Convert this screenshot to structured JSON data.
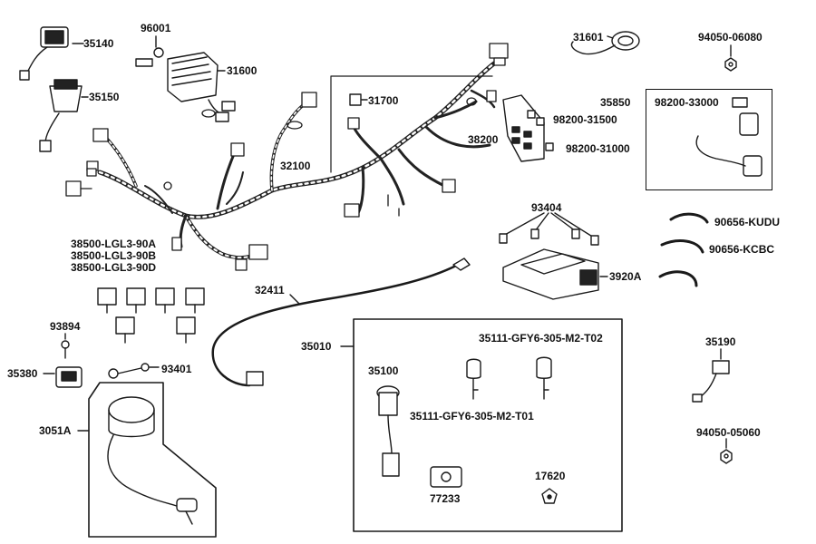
{
  "diagram": {
    "parts": [
      {
        "id": "p35140",
        "number": "35140"
      },
      {
        "id": "p96001",
        "number": "96001"
      },
      {
        "id": "p31600",
        "number": "31600"
      },
      {
        "id": "p35150",
        "number": "35150"
      },
      {
        "id": "p31700",
        "number": "31700"
      },
      {
        "id": "p31601",
        "number": "31601"
      },
      {
        "id": "p9405006080",
        "number": "94050-06080"
      },
      {
        "id": "p35850",
        "number": "35850"
      },
      {
        "id": "p9820033000",
        "number": "98200-33000"
      },
      {
        "id": "p9820031500",
        "number": "98200-31500"
      },
      {
        "id": "p38200",
        "number": "38200"
      },
      {
        "id": "p9820031000",
        "number": "98200-31000"
      },
      {
        "id": "p32100",
        "number": "32100"
      },
      {
        "id": "p93404",
        "number": "93404"
      },
      {
        "id": "p90656kudu",
        "number": "90656-KUDU"
      },
      {
        "id": "p90656kcbc",
        "number": "90656-KCBC"
      },
      {
        "id": "p38500a",
        "number": "38500-LGL3-90A"
      },
      {
        "id": "p38500b",
        "number": "38500-LGL3-90B"
      },
      {
        "id": "p38500d",
        "number": "38500-LGL3-90D"
      },
      {
        "id": "p3920a",
        "number": "3920A"
      },
      {
        "id": "p32411",
        "number": "32411"
      },
      {
        "id": "p35010",
        "number": "35010"
      },
      {
        "id": "p35111t02",
        "number": "35111-GFY6-305-M2-T02"
      },
      {
        "id": "p35190",
        "number": "35190"
      },
      {
        "id": "p93894",
        "number": "93894"
      },
      {
        "id": "p35380",
        "number": "35380"
      },
      {
        "id": "p93401",
        "number": "93401"
      },
      {
        "id": "p35100",
        "number": "35100"
      },
      {
        "id": "p35111t01",
        "number": "35111-GFY6-305-M2-T01"
      },
      {
        "id": "p3051a",
        "number": "3051A"
      },
      {
        "id": "p9405005060",
        "number": "94050-05060"
      },
      {
        "id": "p77233",
        "number": "77233"
      },
      {
        "id": "p17620",
        "number": "17620"
      }
    ]
  }
}
